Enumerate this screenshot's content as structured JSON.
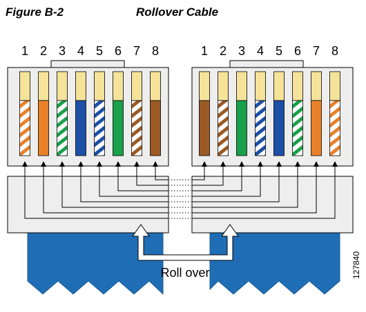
{
  "figure": {
    "label": "Figure B-2",
    "caption": "Rollover Cable"
  },
  "connector_left": {
    "pins": [
      "1",
      "2",
      "3",
      "4",
      "5",
      "6",
      "7",
      "8"
    ],
    "wires": [
      {
        "pattern": "striped",
        "color": "#e8812a"
      },
      {
        "pattern": "solid",
        "color": "#e8812a"
      },
      {
        "pattern": "striped",
        "color": "#19a04a"
      },
      {
        "pattern": "solid",
        "color": "#1d4fa6"
      },
      {
        "pattern": "striped",
        "color": "#1d4fa6"
      },
      {
        "pattern": "solid",
        "color": "#19a04a"
      },
      {
        "pattern": "striped",
        "color": "#9b5a25"
      },
      {
        "pattern": "solid",
        "color": "#9b5a25"
      }
    ]
  },
  "connector_right": {
    "pins": [
      "1",
      "2",
      "3",
      "4",
      "5",
      "6",
      "7",
      "8"
    ],
    "wires": [
      {
        "pattern": "solid",
        "color": "#9b5a25"
      },
      {
        "pattern": "striped",
        "color": "#9b5a25"
      },
      {
        "pattern": "solid",
        "color": "#19a04a"
      },
      {
        "pattern": "striped",
        "color": "#1d4fa6"
      },
      {
        "pattern": "solid",
        "color": "#1d4fa6"
      },
      {
        "pattern": "striped",
        "color": "#19a04a"
      },
      {
        "pattern": "solid",
        "color": "#e8812a"
      },
      {
        "pattern": "striped",
        "color": "#e8812a"
      }
    ]
  },
  "rollover_label": "Roll over",
  "figure_id": "127840",
  "colors": {
    "cable_blue": "#1f6eb5",
    "pin_yellow": "#f5e39a",
    "housing_gray": "#eeeeee"
  }
}
